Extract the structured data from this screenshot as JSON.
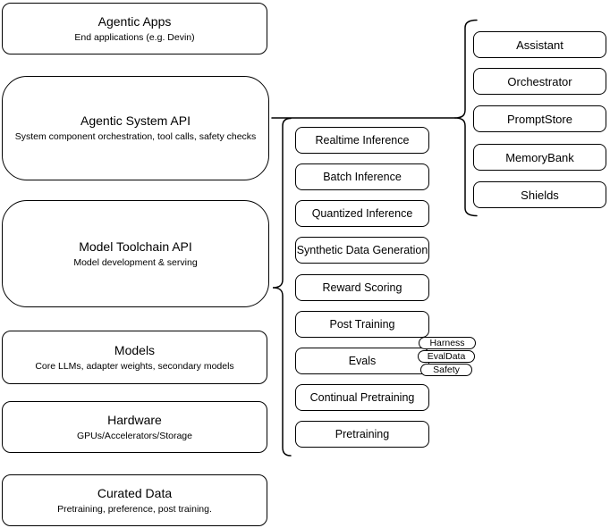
{
  "diagram": {
    "colors": {
      "stroke": "#000000",
      "fill": "#ffffff",
      "text": "#000000"
    },
    "left_stack": [
      {
        "title": "Agentic Apps",
        "subtitle": "End applications (e.g. Devin)"
      },
      {
        "title": "Agentic System API",
        "subtitle": "System component orchestration, tool calls, safety checks"
      },
      {
        "title": "Model Toolchain API",
        "subtitle": "Model development & serving"
      },
      {
        "title": "Models",
        "subtitle": "Core LLMs, adapter weights, secondary models"
      },
      {
        "title": "Hardware",
        "subtitle": "GPUs/Accelerators/Storage"
      },
      {
        "title": "Curated Data",
        "subtitle": "Pretraining, preference, post training."
      }
    ],
    "middle_stack": [
      "Realtime Inference",
      "Batch Inference",
      "Quantized Inference",
      "Synthetic Data Generation",
      "Reward Scoring",
      "Post Training",
      "Evals",
      "Continual Pretraining",
      "Pretraining"
    ],
    "eval_tags": [
      "Harness",
      "EvalData",
      "Safety"
    ],
    "right_stack": [
      "Assistant",
      "Orchestrator",
      "PromptStore",
      "MemoryBank",
      "Shields"
    ]
  }
}
